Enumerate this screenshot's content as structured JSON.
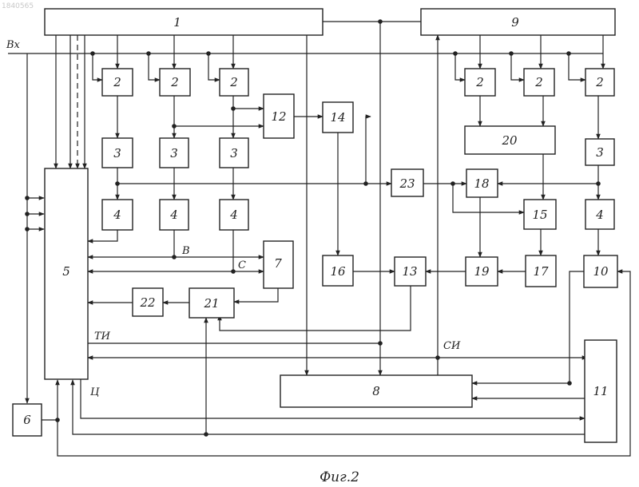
{
  "doc_number": "1840565",
  "caption": "Фиг.2",
  "signals": {
    "input": "Вх",
    "ti": "ТИ",
    "si": "СИ",
    "ts": "Ц",
    "b": "В",
    "c": "С"
  },
  "blocks": {
    "b1": "1",
    "b9": "9",
    "b2_1": "2",
    "b2_2": "2",
    "b2_3": "2",
    "b2_4": "2",
    "b2_5": "2",
    "b2_6": "2",
    "b3_1": "3",
    "b3_2": "3",
    "b3_3": "3",
    "b3_4": "3",
    "b4_1": "4",
    "b4_2": "4",
    "b4_3": "4",
    "b4_4": "4",
    "b5": "5",
    "b6": "6",
    "b7": "7",
    "b8": "8",
    "b10": "10",
    "b11": "11",
    "b12": "12",
    "b13": "13",
    "b14": "14",
    "b15": "15",
    "b16": "16",
    "b17": "17",
    "b18": "18",
    "b19": "19",
    "b20": "20",
    "b21": "21",
    "b22": "22",
    "b23": "23"
  }
}
